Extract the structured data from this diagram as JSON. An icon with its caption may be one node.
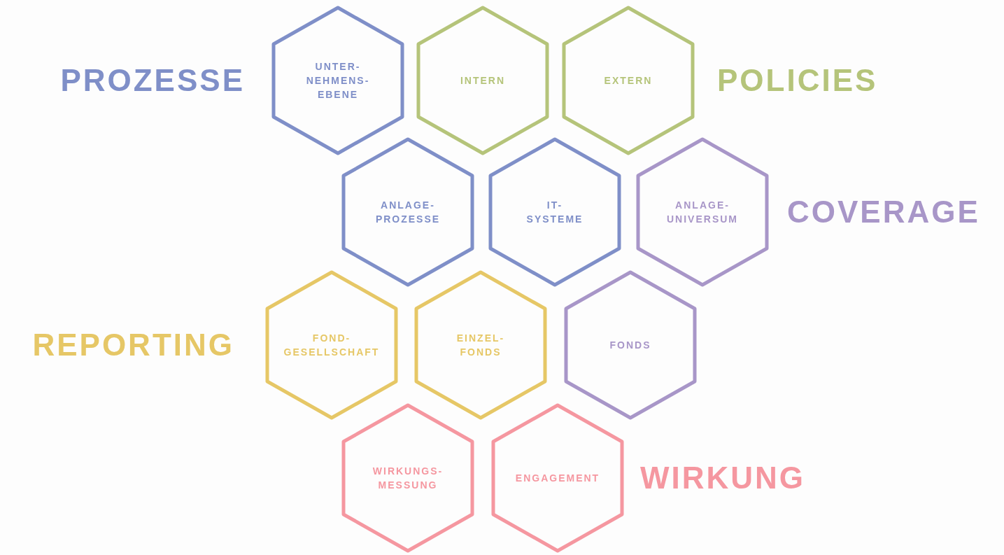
{
  "diagram": {
    "nodes": [
      {
        "text": [
          "UNTER- NEHMENS- EBENE"
        ]
      },
      {
        "text": [
          "INTERN"
        ]
      },
      {
        "text": [
          "EXTERN"
        ]
      },
      {
        "text": [
          "ANLAGE- PROZESSE"
        ]
      },
      {
        "text": [
          "IT- SYSTEME"
        ]
      },
      {
        "text": [
          "ANLAGE- UNIVERSUM"
        ]
      },
      {
        "text": [
          "FOND- GESELLSCHAFT"
        ]
      },
      {
        "text": [
          "EINZEL- FONDS"
        ]
      },
      {
        "text": [
          "FONDS"
        ]
      },
      {
        "text": [
          "WIRKUNGS- MESSUNG"
        ]
      },
      {
        "text": [
          "ENGAGEMENT"
        ]
      }
    ],
    "labels": [
      "PROZESSE",
      "POLICIES",
      "COVERAGE",
      "REPORTING",
      "WIRKUNG"
    ]
  }
}
